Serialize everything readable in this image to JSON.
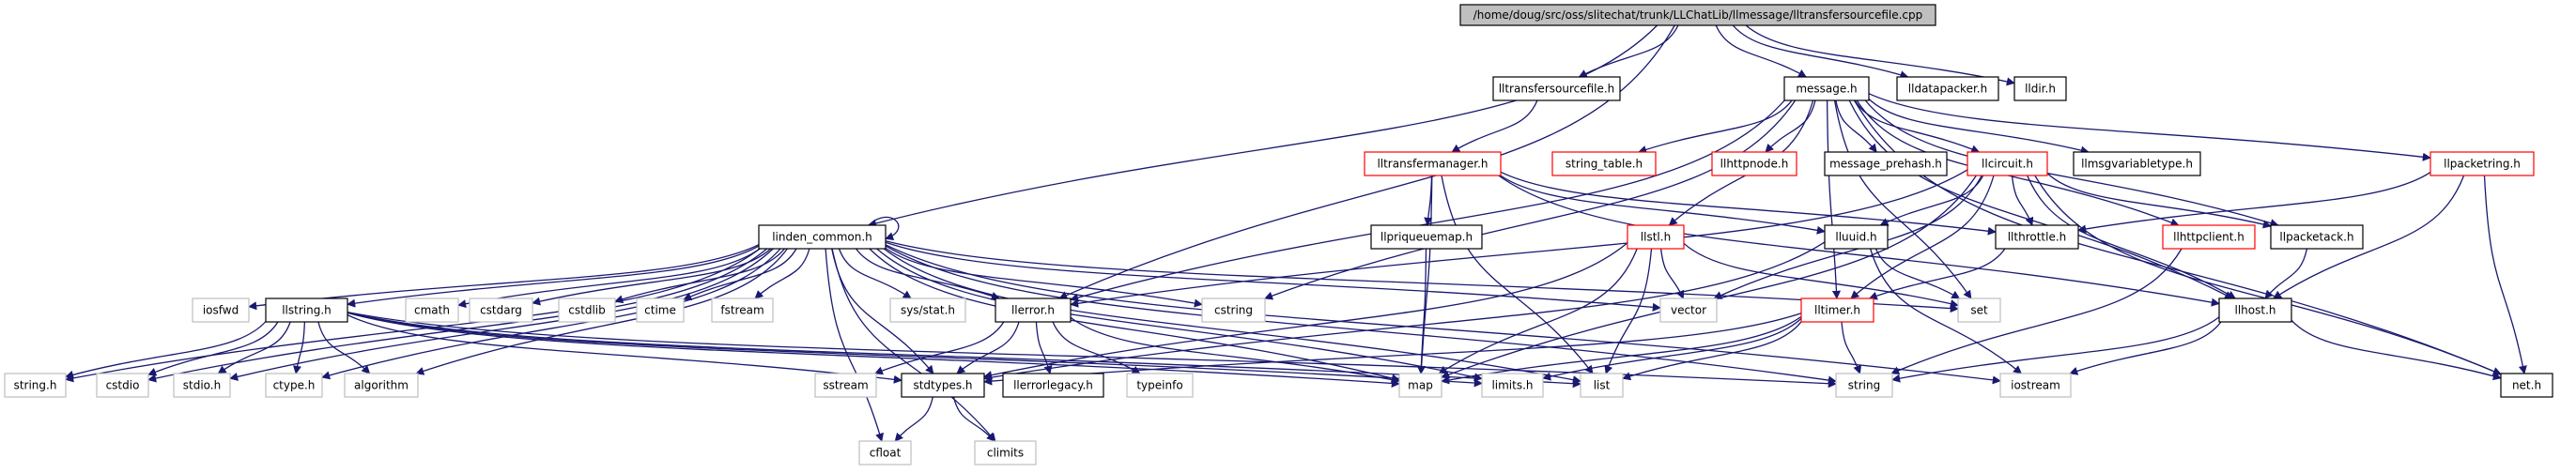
{
  "colors": {
    "edge": "#191970",
    "border_project": "#000000",
    "border_missing": "#ff0000",
    "border_system": "#bfbfbf",
    "fill_root": "#bfbfbf",
    "fill_default": "#ffffff"
  },
  "nodes": [
    {
      "id": "root",
      "label": "/home/doug/src/oss/slitechat/trunk/LLChatLib/llmessage/lltransfersourcefile.cpp",
      "kind": "root"
    },
    {
      "id": "lltransfersourcefile_h",
      "label": "lltransfersourcefile.h",
      "kind": "project"
    },
    {
      "id": "message_h",
      "label": "message.h",
      "kind": "project"
    },
    {
      "id": "lldatapacker_h",
      "label": "lldatapacker.h",
      "kind": "project"
    },
    {
      "id": "lldir_h",
      "label": "lldir.h",
      "kind": "project"
    },
    {
      "id": "lltransfermanager_h",
      "label": "lltransfermanager.h",
      "kind": "missing"
    },
    {
      "id": "string_table_h",
      "label": "string_table.h",
      "kind": "missing"
    },
    {
      "id": "llhttpnode_h",
      "label": "llhttpnode.h",
      "kind": "missing"
    },
    {
      "id": "message_prehash_h",
      "label": "message_prehash.h",
      "kind": "project"
    },
    {
      "id": "llcircuit_h",
      "label": "llcircuit.h",
      "kind": "missing"
    },
    {
      "id": "llmsgvariabletype_h",
      "label": "llmsgvariabletype.h",
      "kind": "project"
    },
    {
      "id": "llpacketring_h",
      "label": "llpacketring.h",
      "kind": "missing"
    },
    {
      "id": "linden_common_h",
      "label": "linden_common.h",
      "kind": "project"
    },
    {
      "id": "llpriqueuemap_h",
      "label": "llpriqueuemap.h",
      "kind": "project"
    },
    {
      "id": "llstl_h",
      "label": "llstl.h",
      "kind": "missing"
    },
    {
      "id": "lluuid_h",
      "label": "lluuid.h",
      "kind": "project"
    },
    {
      "id": "llthrottle_h",
      "label": "llthrottle.h",
      "kind": "project"
    },
    {
      "id": "llhttpclient_h",
      "label": "llhttpclient.h",
      "kind": "missing"
    },
    {
      "id": "llpacketack_h",
      "label": "llpacketack.h",
      "kind": "project"
    },
    {
      "id": "iosfwd",
      "label": "iosfwd",
      "kind": "system"
    },
    {
      "id": "llstring_h",
      "label": "llstring.h",
      "kind": "project"
    },
    {
      "id": "cmath",
      "label": "cmath",
      "kind": "system"
    },
    {
      "id": "cstdarg",
      "label": "cstdarg",
      "kind": "system"
    },
    {
      "id": "cstdlib",
      "label": "cstdlib",
      "kind": "system"
    },
    {
      "id": "ctime",
      "label": "ctime",
      "kind": "system"
    },
    {
      "id": "fstream",
      "label": "fstream",
      "kind": "system"
    },
    {
      "id": "sys_stat_h",
      "label": "sys/stat.h",
      "kind": "system"
    },
    {
      "id": "llerror_h",
      "label": "llerror.h",
      "kind": "project"
    },
    {
      "id": "cstring",
      "label": "cstring",
      "kind": "system"
    },
    {
      "id": "vector",
      "label": "vector",
      "kind": "system"
    },
    {
      "id": "set",
      "label": "set",
      "kind": "system"
    },
    {
      "id": "lltimer_h",
      "label": "lltimer.h",
      "kind": "missing"
    },
    {
      "id": "llhost_h",
      "label": "llhost.h",
      "kind": "project"
    },
    {
      "id": "string_h",
      "label": "string.h",
      "kind": "system"
    },
    {
      "id": "cstdio",
      "label": "cstdio",
      "kind": "system"
    },
    {
      "id": "stdio_h",
      "label": "stdio.h",
      "kind": "system"
    },
    {
      "id": "ctype_h",
      "label": "ctype.h",
      "kind": "system"
    },
    {
      "id": "algorithm",
      "label": "algorithm",
      "kind": "system"
    },
    {
      "id": "sstream",
      "label": "sstream",
      "kind": "system"
    },
    {
      "id": "stdtypes_h",
      "label": "stdtypes.h",
      "kind": "project"
    },
    {
      "id": "llerrorlegacy_h",
      "label": "llerrorlegacy.h",
      "kind": "project"
    },
    {
      "id": "typeinfo",
      "label": "typeinfo",
      "kind": "system"
    },
    {
      "id": "map",
      "label": "map",
      "kind": "system"
    },
    {
      "id": "limits_h",
      "label": "limits.h",
      "kind": "system"
    },
    {
      "id": "list",
      "label": "list",
      "kind": "system"
    },
    {
      "id": "string",
      "label": "string",
      "kind": "system"
    },
    {
      "id": "iostream",
      "label": "iostream",
      "kind": "system"
    },
    {
      "id": "net_h",
      "label": "net.h",
      "kind": "project"
    },
    {
      "id": "cfloat",
      "label": "cfloat",
      "kind": "system"
    },
    {
      "id": "climits",
      "label": "climits",
      "kind": "system"
    }
  ],
  "edges": [
    [
      "root",
      "lltransfersourcefile_h"
    ],
    [
      "root",
      "message_h"
    ],
    [
      "root",
      "lldatapacker_h"
    ],
    [
      "root",
      "lldir_h"
    ],
    [
      "root",
      "linden_common_h"
    ],
    [
      "root",
      "llerror_h"
    ],
    [
      "lltransfersourcefile_h",
      "lltransfermanager_h"
    ],
    [
      "message_h",
      "string_table_h"
    ],
    [
      "message_h",
      "llhttpnode_h"
    ],
    [
      "message_h",
      "message_prehash_h"
    ],
    [
      "message_h",
      "llcircuit_h"
    ],
    [
      "message_h",
      "llmsgvariabletype_h"
    ],
    [
      "message_h",
      "llpacketring_h"
    ],
    [
      "message_h",
      "llstl_h"
    ],
    [
      "message_h",
      "llerror_h"
    ],
    [
      "message_h",
      "cstring"
    ],
    [
      "message_h",
      "lltimer_h"
    ],
    [
      "message_h",
      "set"
    ],
    [
      "message_h",
      "llhost_h"
    ],
    [
      "message_h",
      "net_h"
    ],
    [
      "message_h",
      "llpacketack_h"
    ],
    [
      "message_h",
      "llhttpclient_h"
    ],
    [
      "lltransfermanager_h",
      "llpriqueuemap_h"
    ],
    [
      "lltransfermanager_h",
      "lluuid_h"
    ],
    [
      "lltransfermanager_h",
      "llthrottle_h"
    ],
    [
      "lltransfermanager_h",
      "llhost_h"
    ],
    [
      "lltransfermanager_h",
      "map"
    ],
    [
      "lltransfermanager_h",
      "list"
    ],
    [
      "llcircuit_h",
      "llerror_h"
    ],
    [
      "llcircuit_h",
      "lluuid_h"
    ],
    [
      "llcircuit_h",
      "llthrottle_h"
    ],
    [
      "llcircuit_h",
      "lltimer_h"
    ],
    [
      "llcircuit_h",
      "llpacketack_h"
    ],
    [
      "llcircuit_h",
      "llhost_h"
    ],
    [
      "llcircuit_h",
      "net_h"
    ],
    [
      "llcircuit_h",
      "map"
    ],
    [
      "llcircuit_h",
      "vector"
    ],
    [
      "llpacketring_h",
      "llthrottle_h"
    ],
    [
      "llpacketring_h",
      "llhost_h"
    ],
    [
      "llpacketring_h",
      "net_h"
    ],
    [
      "linden_common_h",
      "linden_common_h"
    ],
    [
      "linden_common_h",
      "iosfwd"
    ],
    [
      "linden_common_h",
      "llstring_h"
    ],
    [
      "linden_common_h",
      "cmath"
    ],
    [
      "linden_common_h",
      "cstdarg"
    ],
    [
      "linden_common_h",
      "cstdlib"
    ],
    [
      "linden_common_h",
      "ctime"
    ],
    [
      "linden_common_h",
      "fstream"
    ],
    [
      "linden_common_h",
      "sys_stat_h"
    ],
    [
      "linden_common_h",
      "llerror_h"
    ],
    [
      "linden_common_h",
      "cstring"
    ],
    [
      "linden_common_h",
      "vector"
    ],
    [
      "linden_common_h",
      "set"
    ],
    [
      "linden_common_h",
      "string_h"
    ],
    [
      "linden_common_h",
      "cstdio"
    ],
    [
      "linden_common_h",
      "stdio_h"
    ],
    [
      "linden_common_h",
      "ctype_h"
    ],
    [
      "linden_common_h",
      "algorithm"
    ],
    [
      "linden_common_h",
      "stdtypes_h"
    ],
    [
      "linden_common_h",
      "cfloat"
    ],
    [
      "linden_common_h",
      "climits"
    ],
    [
      "linden_common_h",
      "map"
    ],
    [
      "linden_common_h",
      "list"
    ],
    [
      "linden_common_h",
      "string"
    ],
    [
      "linden_common_h",
      "limits_h"
    ],
    [
      "linden_common_h",
      "iostream"
    ],
    [
      "llpriqueuemap_h",
      "map"
    ],
    [
      "llstl_h",
      "vector"
    ],
    [
      "llstl_h",
      "set"
    ],
    [
      "llstl_h",
      "map"
    ],
    [
      "llstl_h",
      "list"
    ],
    [
      "llstl_h",
      "stdtypes_h"
    ],
    [
      "lluuid_h",
      "set"
    ],
    [
      "lluuid_h",
      "iostream"
    ],
    [
      "lluuid_h",
      "stdtypes_h"
    ],
    [
      "llthrottle_h",
      "lltimer_h"
    ],
    [
      "llhttpclient_h",
      "string"
    ],
    [
      "llpacketack_h",
      "llhost_h"
    ],
    [
      "llstring_h",
      "string_h"
    ],
    [
      "llstring_h",
      "cstdio"
    ],
    [
      "llstring_h",
      "stdio_h"
    ],
    [
      "llstring_h",
      "ctype_h"
    ],
    [
      "llstring_h",
      "algorithm"
    ],
    [
      "llstring_h",
      "stdtypes_h"
    ],
    [
      "llstring_h",
      "map"
    ],
    [
      "llstring_h",
      "limits_h"
    ],
    [
      "llstring_h",
      "string"
    ],
    [
      "llstring_h",
      "list"
    ],
    [
      "llerror_h",
      "sstream"
    ],
    [
      "llerror_h",
      "stdtypes_h"
    ],
    [
      "llerror_h",
      "llerrorlegacy_h"
    ],
    [
      "llerror_h",
      "typeinfo"
    ],
    [
      "llerror_h",
      "map"
    ],
    [
      "lltimer_h",
      "stdtypes_h"
    ],
    [
      "lltimer_h",
      "limits_h"
    ],
    [
      "lltimer_h",
      "list"
    ],
    [
      "lltimer_h",
      "string"
    ],
    [
      "lltimer_h",
      "map"
    ],
    [
      "llhost_h",
      "string"
    ],
    [
      "llhost_h",
      "iostream"
    ],
    [
      "llhost_h",
      "net_h"
    ],
    [
      "stdtypes_h",
      "cfloat"
    ],
    [
      "stdtypes_h",
      "climits"
    ]
  ]
}
